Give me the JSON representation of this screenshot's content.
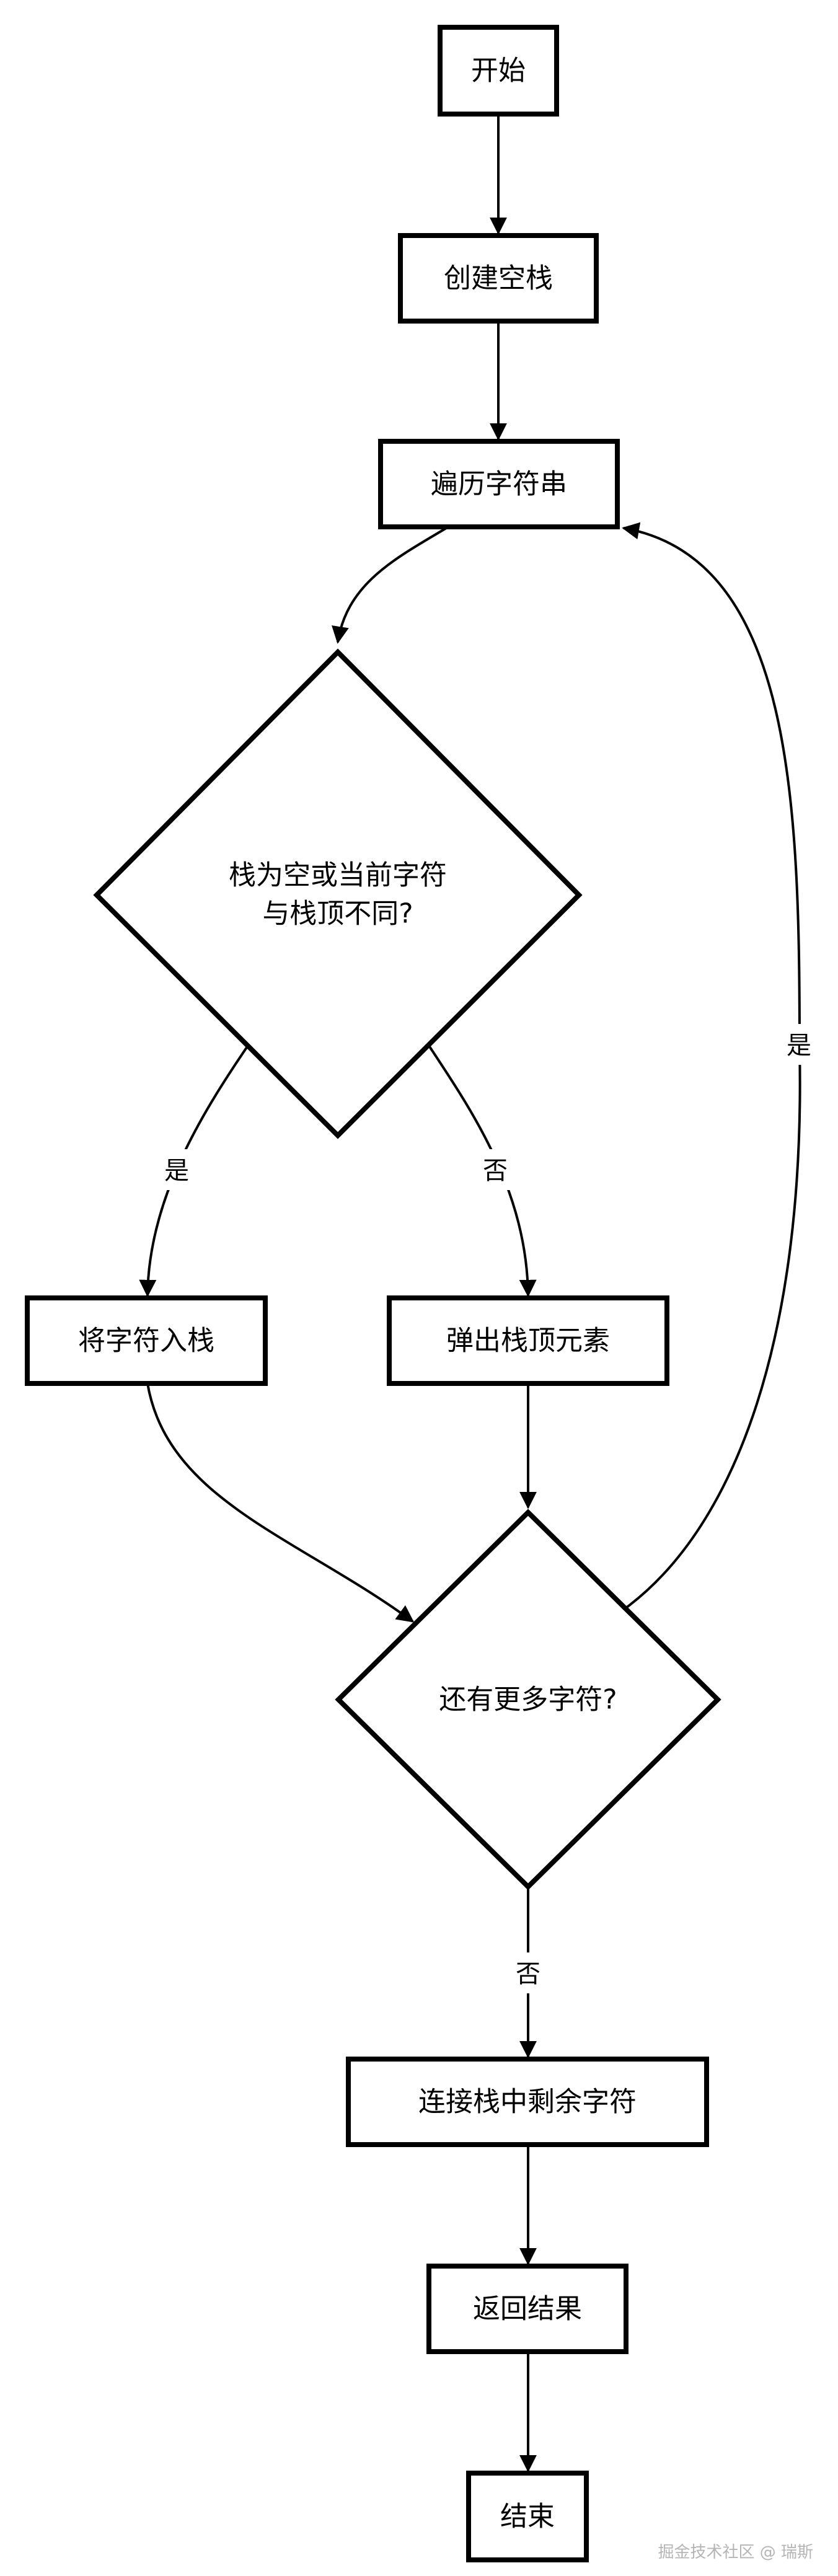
{
  "nodes": {
    "start": "开始",
    "create_stack": "创建空栈",
    "traverse": "遍历字符串",
    "decision_empty_line1": "栈为空或当前字符",
    "decision_empty_line2": "与栈顶不同?",
    "push": "将字符入栈",
    "pop": "弹出栈顶元素",
    "decision_more": "还有更多字符?",
    "join": "连接栈中剩余字符",
    "return_result": "返回结果",
    "end": "结束"
  },
  "edges": {
    "yes_push": "是",
    "no_pop": "否",
    "yes_loop": "是",
    "no_join": "否"
  },
  "watermark": "掘金技术社区 @ 瑞斯",
  "colors": {
    "stroke": "#000000",
    "background": "#ffffff",
    "watermark": "#b5b5b5"
  }
}
